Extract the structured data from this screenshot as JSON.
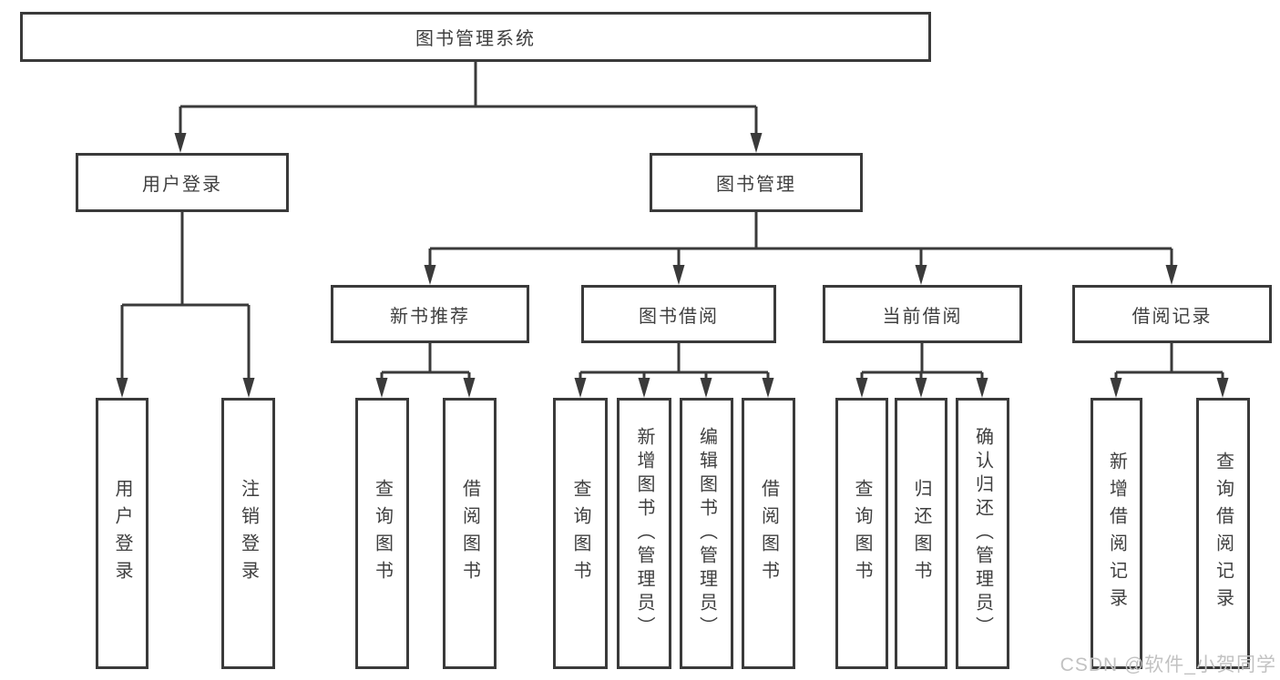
{
  "title": "图书管理系统",
  "colors": {
    "line": "#3a3a3a",
    "box_border": "#3a3a3a",
    "box_background": "#ffffff",
    "text": "#3f3f3f",
    "watermark": "#c2c2c2",
    "page_background": "#ffffff"
  },
  "tree": {
    "label": "图书管理系统",
    "children": [
      {
        "label": "用户登录",
        "children": [
          {
            "label": "用户登录"
          },
          {
            "label": "注销登录"
          }
        ]
      },
      {
        "label": "图书管理",
        "children": [
          {
            "label": "新书推荐",
            "children": [
              {
                "label": "查询图书"
              },
              {
                "label": "借阅图书"
              }
            ]
          },
          {
            "label": "图书借阅",
            "children": [
              {
                "label": "查询图书"
              },
              {
                "label": "新增图书（管理员）"
              },
              {
                "label": "编辑图书（管理员）"
              },
              {
                "label": "借阅图书"
              }
            ]
          },
          {
            "label": "当前借阅",
            "children": [
              {
                "label": "查询图书"
              },
              {
                "label": "归还图书"
              },
              {
                "label": "确认归还（管理员）"
              }
            ]
          },
          {
            "label": "借阅记录",
            "children": [
              {
                "label": "新增借阅记录"
              },
              {
                "label": "查询借阅记录"
              }
            ]
          }
        ]
      }
    ]
  },
  "watermark": "CSDN @软件_小贺同学"
}
